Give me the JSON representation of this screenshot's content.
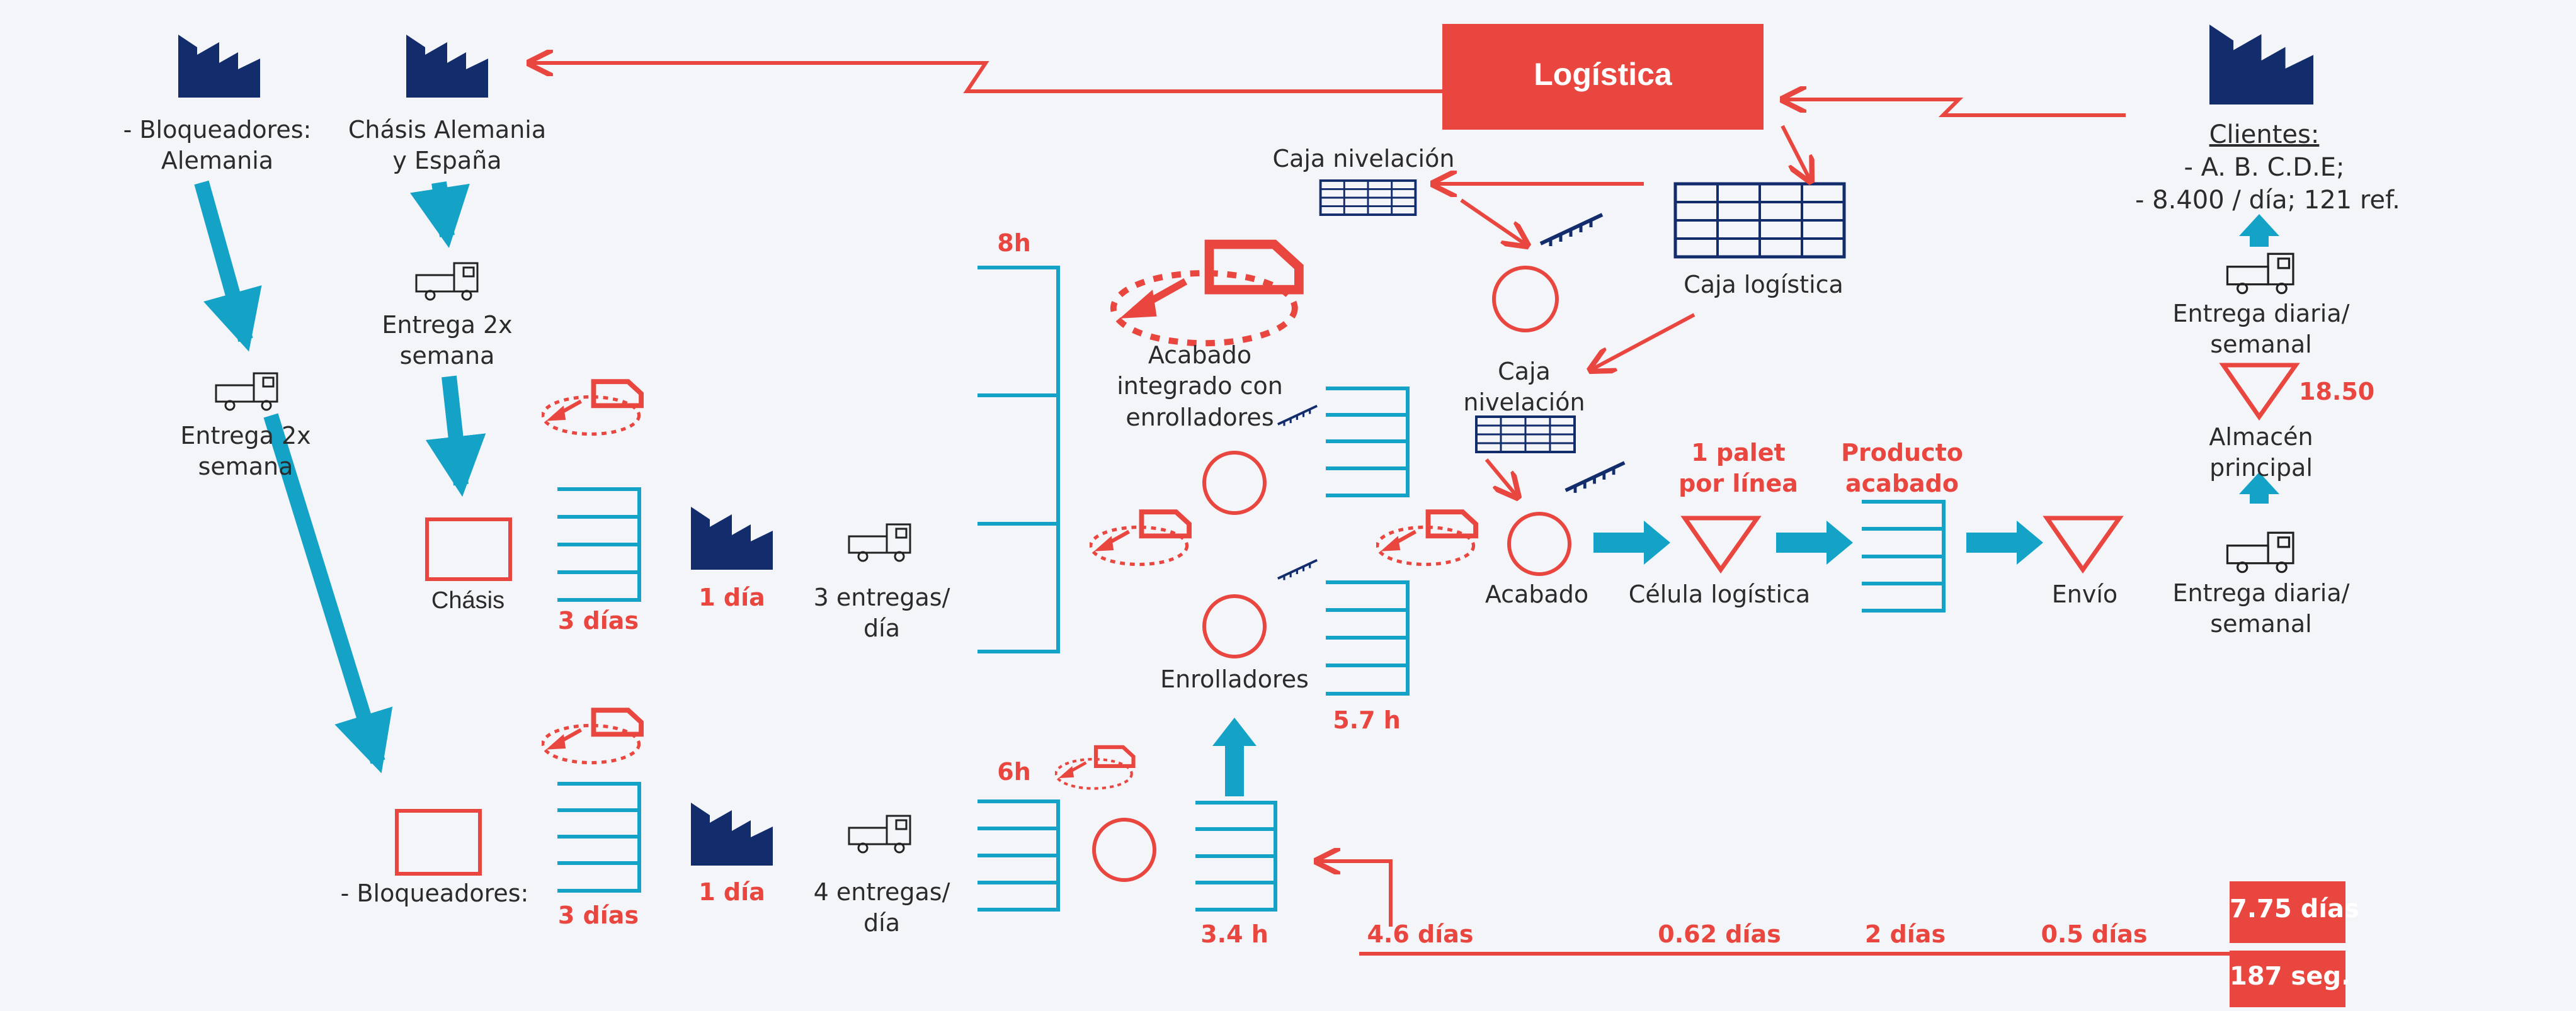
{
  "colors": {
    "red": "#e8463f",
    "navy": "#132c6c",
    "cyan": "#14a3c7",
    "text": "#2b2b2b",
    "background": "#f4f5f9"
  },
  "header": {
    "logistics": "Logística"
  },
  "suppliers": {
    "blockers": [
      "- Bloqueadores:",
      "Alemania"
    ],
    "chassis": [
      "Chásis Alemania",
      "y España"
    ]
  },
  "customer": {
    "title": "Clientes:",
    "line1": "-  A. B. C.D.E;",
    "line2": "-  8.400 / día; 121 ref."
  },
  "deliveries": {
    "blockers_supplier": [
      "Entrega 2x",
      "semana"
    ],
    "chassis_supplier": [
      "Entrega 2x",
      "semana"
    ],
    "customer_top": [
      "Entrega diaria/",
      "semanal"
    ],
    "customer_bottom": [
      "Entrega diaria/",
      "semanal"
    ],
    "chassis_line": [
      "3 entregas/",
      "día"
    ],
    "blockers_line": [
      "4 entregas/",
      "día"
    ]
  },
  "stock": {
    "chassis": "Chásis",
    "blockers": "- Bloqueadores:",
    "chassis_days": "3 días",
    "blockers_days": "3 días",
    "chassis_plant_days": "1 día",
    "blockers_plant_days": "1 día"
  },
  "process": {
    "times": {
      "t8h": "8h",
      "t6h": "6h",
      "t57": "5.7 h",
      "t34": "3.4 h"
    },
    "integrated_finish": [
      "Acabado",
      "integrado con",
      "enrolladores"
    ],
    "rollers": "Enrolladores",
    "finish": "Acabado",
    "leveling_box_top": "Caja nivelación",
    "leveling_box_mid": [
      "Caja",
      "nivelación"
    ],
    "logistic_box": "Caja logística",
    "pallet": [
      "1 palet",
      "por línea"
    ],
    "logistic_cell": "Célula logística",
    "finished_product": [
      "Producto",
      "acabado"
    ],
    "shipping": "Envío",
    "warehouse": [
      "Almacén",
      "principal"
    ],
    "warehouse_value": "18.50"
  },
  "timeline": {
    "t1": "4.6 días",
    "t2": "0.62 días",
    "t3": "2 días",
    "t4": "0.5 días",
    "total_days": "7.75 días",
    "total_time": "187 seg."
  },
  "icons": [
    "factory-icon",
    "truck-icon",
    "kanban-card-icon",
    "leveling-box-icon",
    "supermarket-icon",
    "inventory-triangle-icon",
    "push-arrow-icon",
    "kaizen-burst-icon",
    "process-circle-icon"
  ]
}
